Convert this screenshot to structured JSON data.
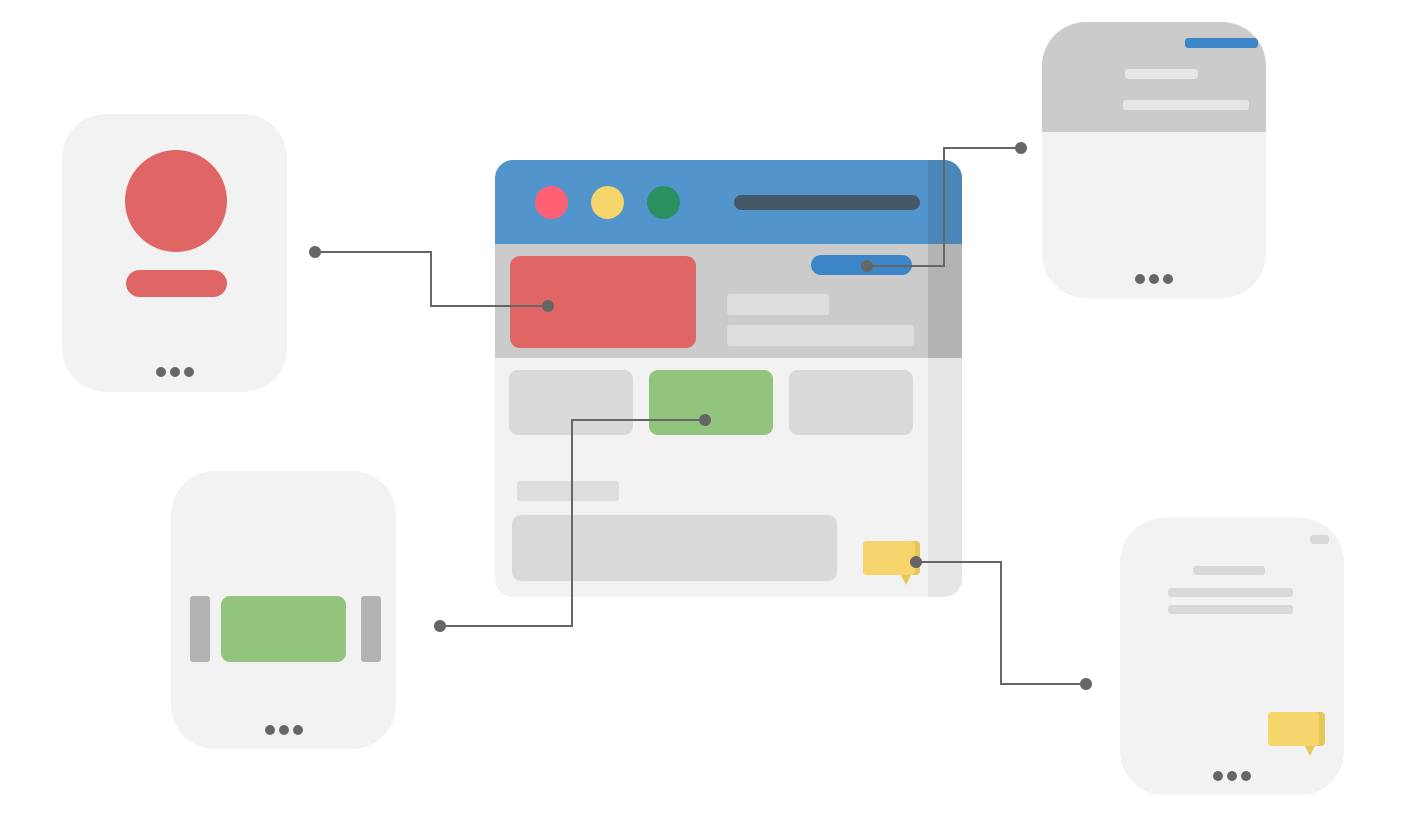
{
  "palette": {
    "background": "#ffffff",
    "card": "#f2f2f2",
    "titlebar_blue": "#5295cc",
    "header_gray": "#cbcbcb",
    "placeholder_gray": "#d9d9d9",
    "red": "#e06666",
    "green": "#93c47d",
    "yellow": "#f6d56c",
    "blue_button": "#3c85c6",
    "connector": "#666666",
    "traffic_red": "#ff6073",
    "traffic_yellow": "#f6d56c",
    "traffic_green": "#2a9060"
  },
  "main_window": {
    "traffic_lights": [
      "close-dot",
      "minimize-dot",
      "maximize-dot"
    ],
    "address_bar": "address-bar-placeholder"
  },
  "detail_cards": [
    {
      "id": "profile",
      "icons": [
        "avatar-circle-icon",
        "name-bar-icon"
      ],
      "more": "more-dots-icon"
    },
    {
      "id": "header-banner",
      "icons": [
        "blue-button-icon"
      ],
      "more": "more-dots-icon"
    },
    {
      "id": "carousel",
      "icons": [
        "carousel-slide-icon"
      ],
      "more": "more-dots-icon"
    },
    {
      "id": "chat",
      "icons": [
        "chat-bubble-icon"
      ],
      "more": "more-dots-icon"
    }
  ]
}
